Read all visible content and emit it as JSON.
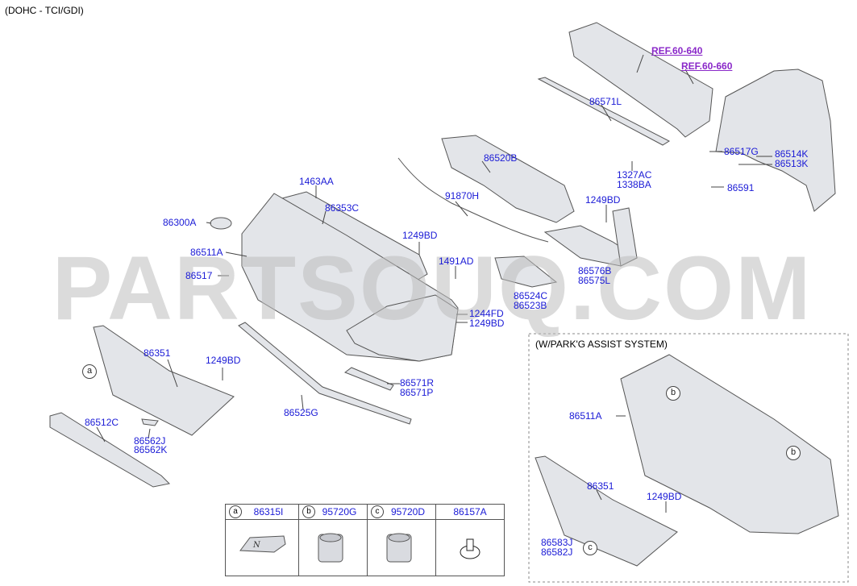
{
  "header": "(DOHC - TCI/GDI)",
  "watermark": "PARTSOUQ.COM",
  "refs": {
    "ref1": "REF.60-640",
    "ref2": "REF.60-660"
  },
  "labels": {
    "p86571L": "86571L",
    "p86520B": "86520B",
    "p1327AC": "1327AC",
    "p1338BA": "1338BA",
    "p86517G": "86517G",
    "p86514K": "86514K",
    "p86513K": "86513K",
    "p86591": "86591",
    "p1463AA": "1463AA",
    "p86353C": "86353C",
    "p91870H": "91870H",
    "p1249BD_a": "1249BD",
    "p86300A": "86300A",
    "p1249BD_b": "1249BD",
    "p86511A": "86511A",
    "p1491AD": "1491AD",
    "p86576B": "86576B",
    "p86575L": "86575L",
    "p86517": "86517",
    "p86524C": "86524C",
    "p86523B": "86523B",
    "p1244FD": "1244FD",
    "p1249BD_c": "1249BD",
    "p86351": "86351",
    "p1249BD_d": "1249BD",
    "p86571R": "86571R",
    "p86571P": "86571P",
    "p86525G": "86525G",
    "p86512C": "86512C",
    "p86562J": "86562J",
    "p86562K": "86562K",
    "p86511A_b": "86511A",
    "p86351_b": "86351",
    "p1249BD_e": "1249BD",
    "p86583J": "86583J",
    "p86582J": "86582J"
  },
  "circles": {
    "a": "a",
    "b": "b",
    "c": "c"
  },
  "inset": {
    "title": "(W/PARK'G ASSIST SYSTEM)"
  },
  "legend": {
    "items": [
      {
        "circle": "a",
        "part": "86315I"
      },
      {
        "circle": "b",
        "part": "95720G"
      },
      {
        "circle": "c",
        "part": "95720D"
      },
      {
        "circle": "",
        "part": "86157A"
      }
    ]
  },
  "colors": {
    "label": "#1a1ad6",
    "ref": "#8a28c9",
    "part_fill": "#e4e6ea",
    "part_stroke": "#555555"
  }
}
